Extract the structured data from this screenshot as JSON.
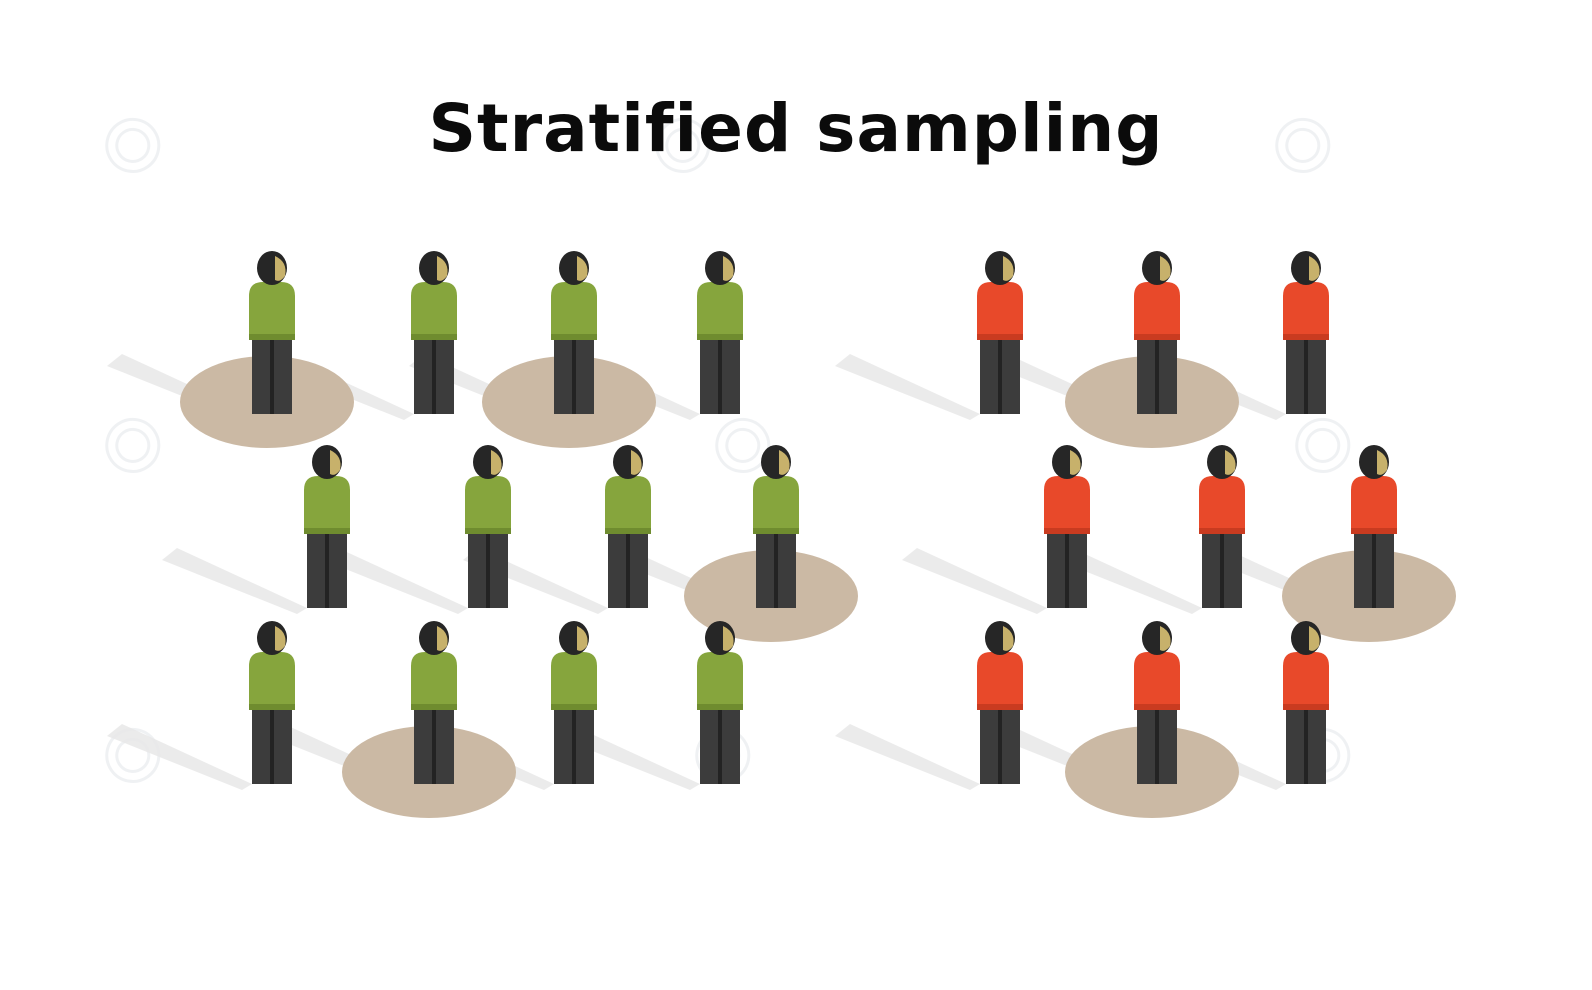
{
  "title": "Stratified sampling",
  "colors": {
    "background": "#ffffff",
    "group_a_shirt": "#86a53d",
    "group_a_shirt_dark": "#6f8c2f",
    "group_b_shirt": "#e8492a",
    "group_b_shirt_dark": "#c93b20",
    "body": "#3c3c3c",
    "body_dark": "#232323",
    "head": "#262626",
    "face": "#c7b16b",
    "selection_disc": "#cbb9a4",
    "shadow": "#e7e7e7"
  },
  "groups": [
    {
      "name": "group-a",
      "shirt_color_key": "group_a_shirt",
      "rows": [
        {
          "people": 4,
          "selected": [
            0,
            2
          ]
        },
        {
          "people": 4,
          "selected": [
            3
          ]
        },
        {
          "people": 4,
          "selected": [
            1
          ]
        }
      ]
    },
    {
      "name": "group-b",
      "shirt_color_key": "group_b_shirt",
      "rows": [
        {
          "people": 3,
          "selected": [
            1
          ]
        },
        {
          "people": 3,
          "selected": [
            2
          ]
        },
        {
          "people": 3,
          "selected": [
            1
          ]
        }
      ]
    }
  ],
  "icons": {
    "person": "person-figure-icon",
    "selection": "selection-disc-icon"
  }
}
